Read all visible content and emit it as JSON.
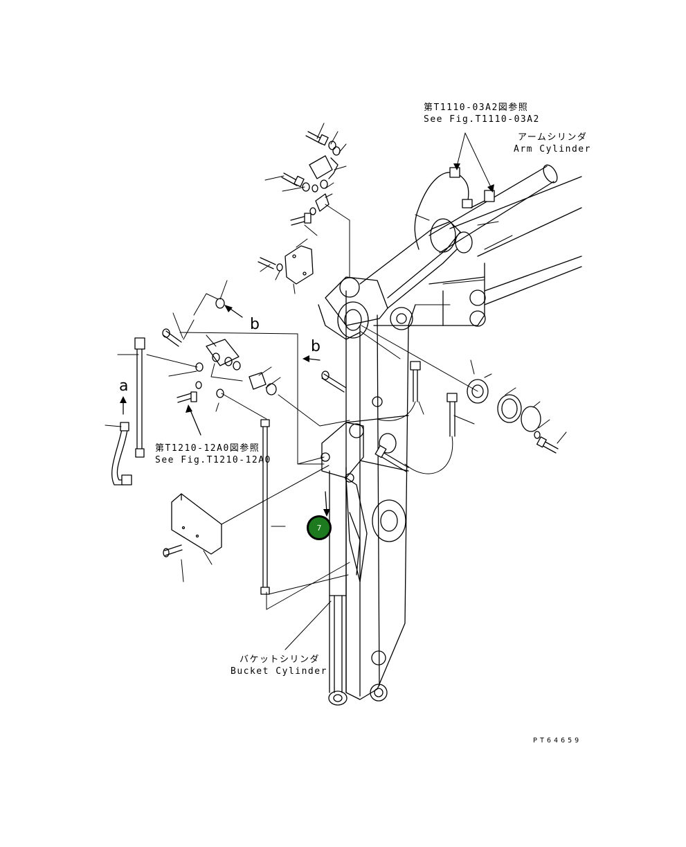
{
  "labels": {
    "ref_arm_jp": "第T1110-03A2図参照",
    "ref_arm_en": "See Fig.T1110-03A2",
    "arm_cylinder_jp": "アームシリンダ",
    "arm_cylinder_en": "Arm Cylinder",
    "ref_bucket_jp": "第T1210-12A0図参照",
    "ref_bucket_en": "See Fig.T1210-12A0",
    "bucket_cylinder_jp": "バケットシリンダ",
    "bucket_cylinder_en": "Bucket Cylinder",
    "marker_a": "a",
    "marker_b_left": "b",
    "marker_b_right": "b",
    "drawing_code": "PT64659"
  },
  "callouts": [
    {
      "id": "7",
      "label": "7",
      "color": "#1e7a1e"
    }
  ]
}
